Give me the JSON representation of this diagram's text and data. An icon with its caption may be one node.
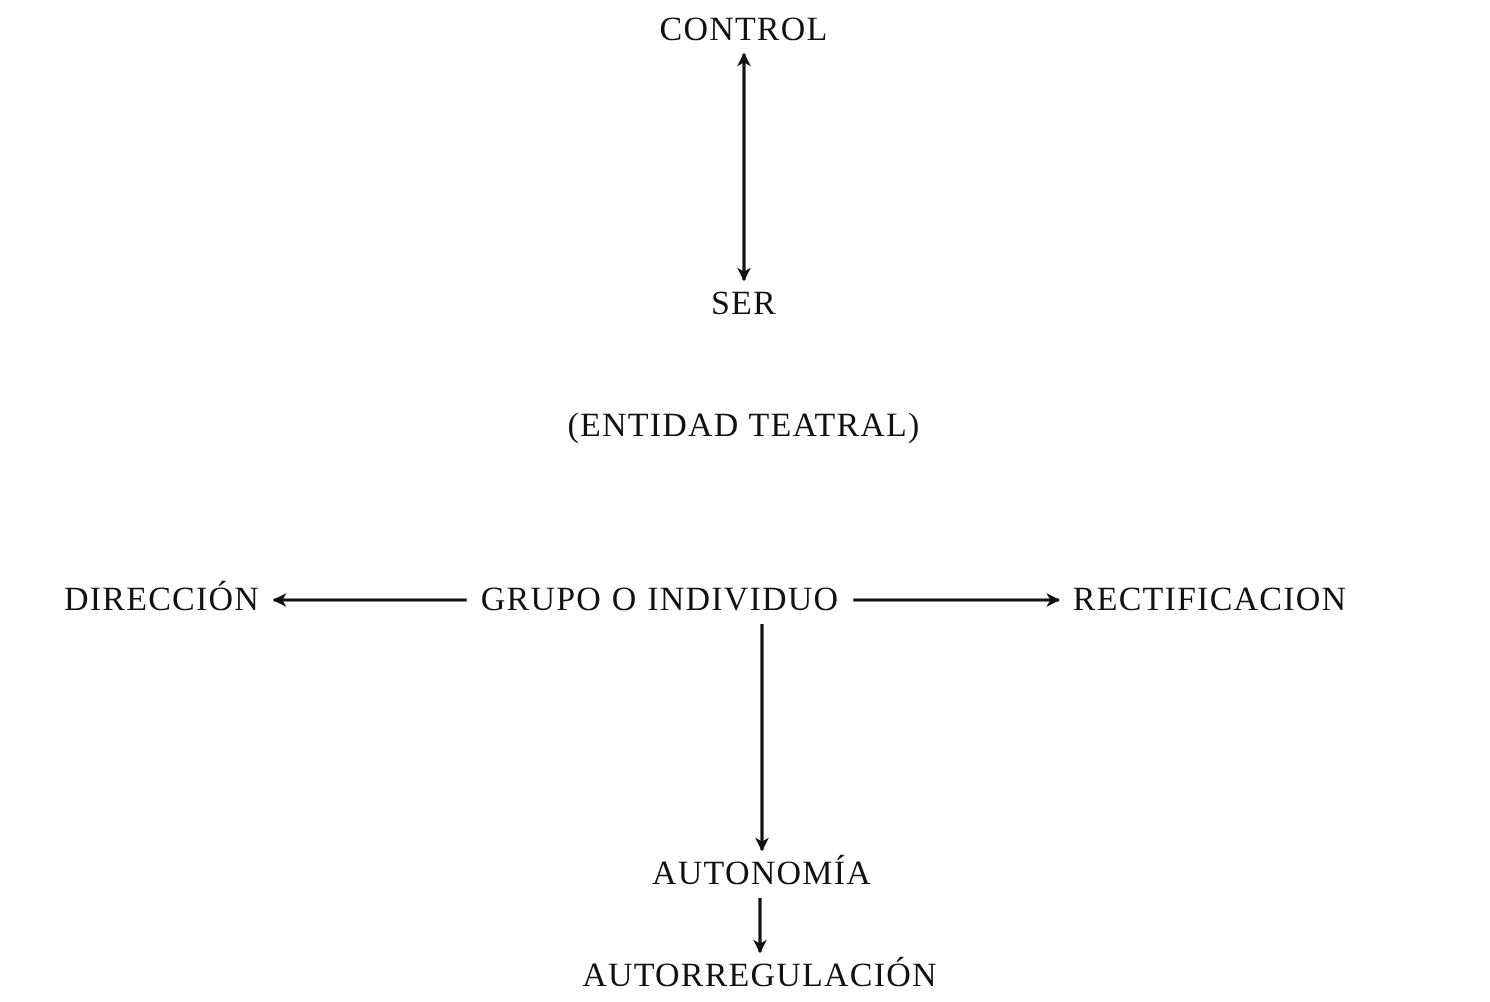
{
  "diagram": {
    "nodes": [
      {
        "text": [
          "CONTROL"
        ]
      },
      {
        "text": [
          "SER"
        ],
        "beside": [
          "(ENTIDAD TEATRAL)"
        ]
      },
      {
        "text": [
          "DIRECCIÓN"
        ]
      },
      {
        "text": [
          "GRUPO O INDIVIDUO"
        ]
      },
      {
        "text": [
          "RECTIFICACION"
        ]
      },
      {
        "text": [
          "AUTONOMÍA"
        ]
      },
      {
        "text": [
          "AUTORREGULACIÓN"
        ]
      }
    ],
    "edges": [
      {
        "from": 0,
        "to": 1,
        "arrow": "both"
      },
      {
        "from": 3,
        "to": 2,
        "arrow": "to"
      },
      {
        "from": 3,
        "to": 4,
        "arrow": "to"
      },
      {
        "from": 3,
        "to": 5,
        "arrow": "to"
      },
      {
        "from": 5,
        "to": 6,
        "arrow": "to"
      }
    ]
  }
}
